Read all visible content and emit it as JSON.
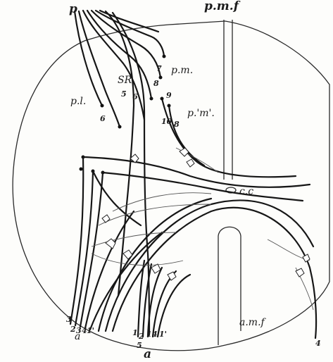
{
  "figure": {
    "labels": {
      "p": "p",
      "pmf": "p.m.f",
      "pm": "p.m.",
      "SR": "SR",
      "pl": "p.l.",
      "pm_prime": "p.'m'.",
      "cc": "c.c",
      "amf": "a.m.f",
      "a_left": "a",
      "a_right": "a"
    },
    "numbers": {
      "n7": "7",
      "n8": "8",
      "n5": "5",
      "n6a": "6",
      "n6b": "6",
      "n9": "9",
      "n10": "10",
      "n8b": "8",
      "n3": "3",
      "n2": "2",
      "n3b": "3",
      "n4": "4",
      "n1p": "1'",
      "n1": "1",
      "n2b": "2",
      "n5b": "5",
      "n1c": "1",
      "n4b": "4",
      "n1d": "1'",
      "n4c": "4"
    }
  }
}
